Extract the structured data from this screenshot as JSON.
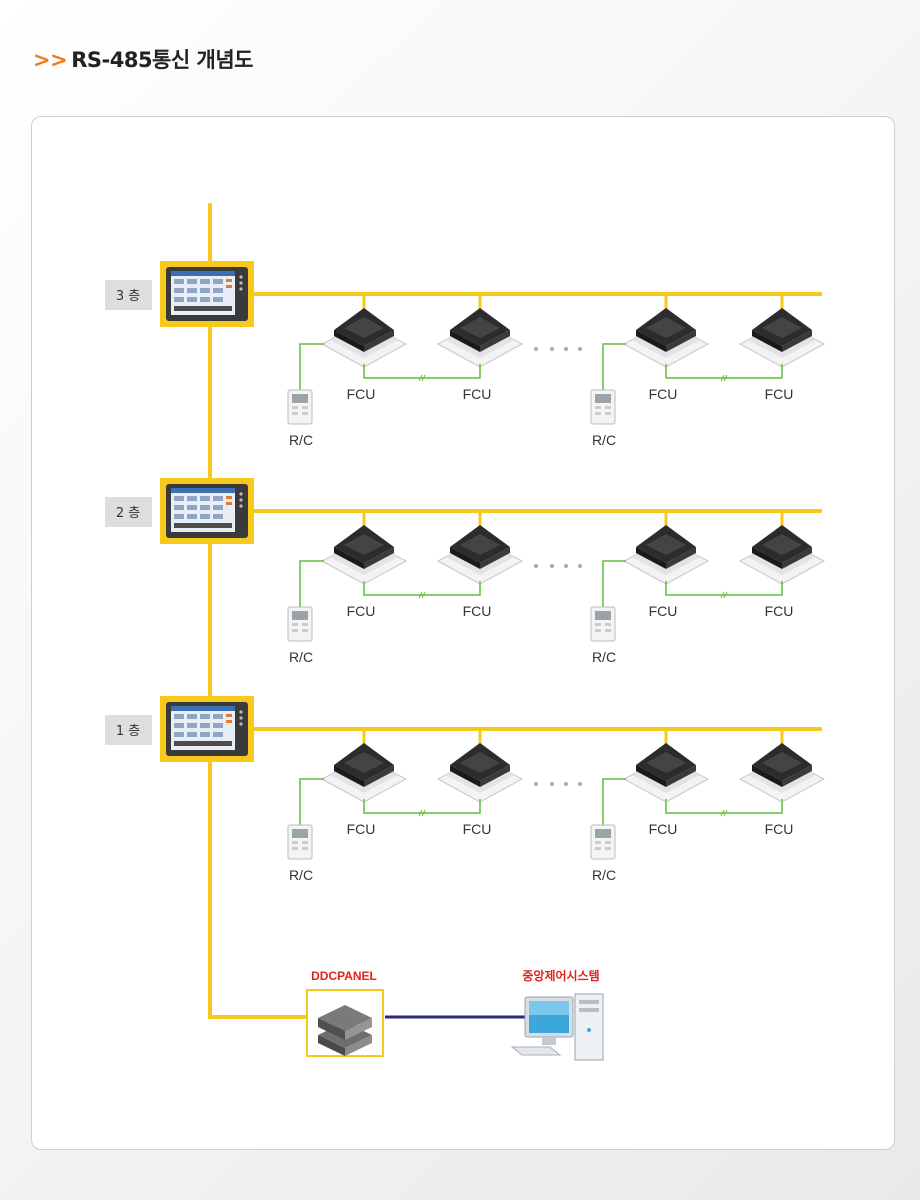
{
  "header": {
    "prefix": ">>",
    "title": "RS-485통신 개념도"
  },
  "floors": [
    {
      "label": "3 층"
    },
    {
      "label": "2 층"
    },
    {
      "label": "1 층"
    }
  ],
  "unit_label": "FCU",
  "rc_label": "R/C",
  "ddc_label": "DDCPANEL",
  "central_label": "중앙제어시스템",
  "colors": {
    "bus": "#f7c91c",
    "signal": "#5cbf3a",
    "network": "#2a2a7a",
    "accent": "#e0231b"
  }
}
